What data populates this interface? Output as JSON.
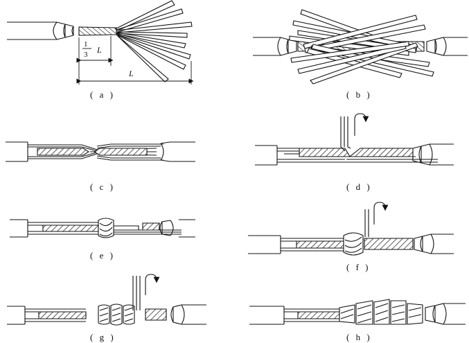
{
  "panels": {
    "a": {
      "caption": "( a )",
      "fraction_numerator": "1",
      "fraction_denominator": "3",
      "short_length_symbol": "L",
      "length_symbol": "L"
    },
    "b": {
      "caption": "( b )"
    },
    "c": {
      "caption": "( c )"
    },
    "d": {
      "caption": "( d )"
    },
    "e": {
      "caption": "( e )"
    },
    "f": {
      "caption": "( f )"
    },
    "g": {
      "caption": "( g )"
    },
    "h": {
      "caption": "( h )"
    }
  },
  "colors": {
    "ink": "#111111",
    "background": "#ffffff"
  },
  "icons": [
    "rotation-arrow-icon",
    "rotation-arrow-icon",
    "rotation-arrow-icon"
  ]
}
